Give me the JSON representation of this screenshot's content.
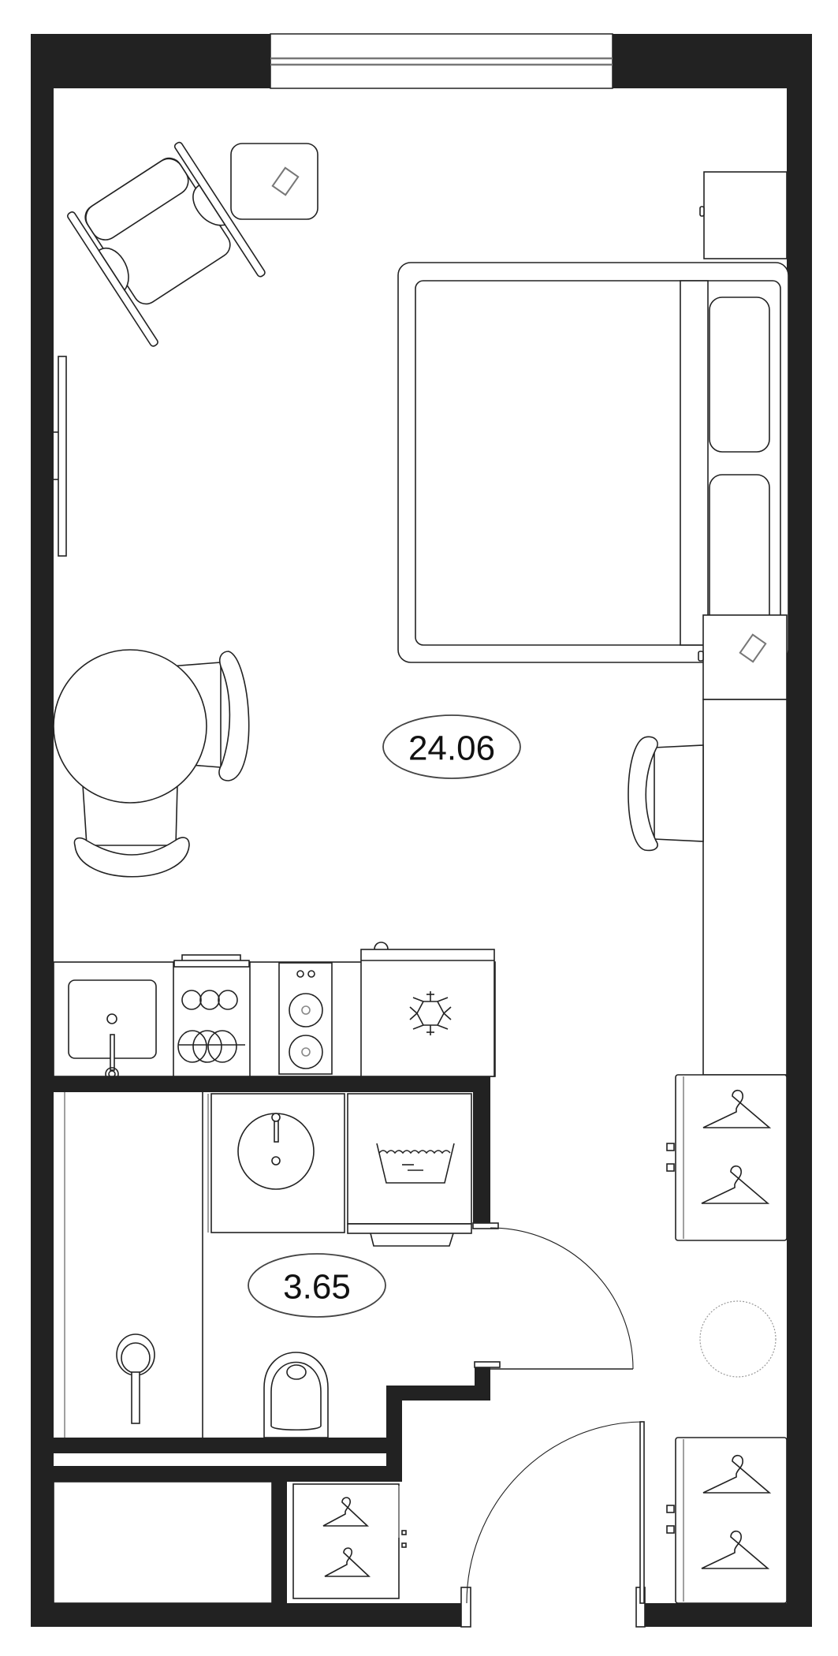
{
  "plan": {
    "type": "apartment floor plan",
    "colors": {
      "wall": "#222222",
      "line": "#222222",
      "background": "#ffffff"
    },
    "rooms": [
      {
        "name": "main-room",
        "area_label": "24.06"
      },
      {
        "name": "bathroom",
        "area_label": "3.65"
      }
    ],
    "fixtures": {
      "main_room": [
        "window",
        "armchair",
        "side-table",
        "double-bed",
        "nightstand",
        "nightstand",
        "wall-tv-panel",
        "round-dining-table",
        "dining-chair",
        "dining-chair",
        "desk",
        "desk-chair",
        "wardrobe"
      ],
      "kitchen": [
        "kitchen-sink",
        "dishwasher",
        "hob",
        "fridge"
      ],
      "bathroom": [
        "shower",
        "washbasin",
        "washing-machine",
        "toilet"
      ],
      "hallway": [
        "wardrobe",
        "wardrobe",
        "closet",
        "entry-door",
        "bathroom-door"
      ]
    },
    "icons": [
      "snowflake-icon",
      "hanger-icon",
      "laundry-tub-icon",
      "phone-icon"
    ]
  }
}
